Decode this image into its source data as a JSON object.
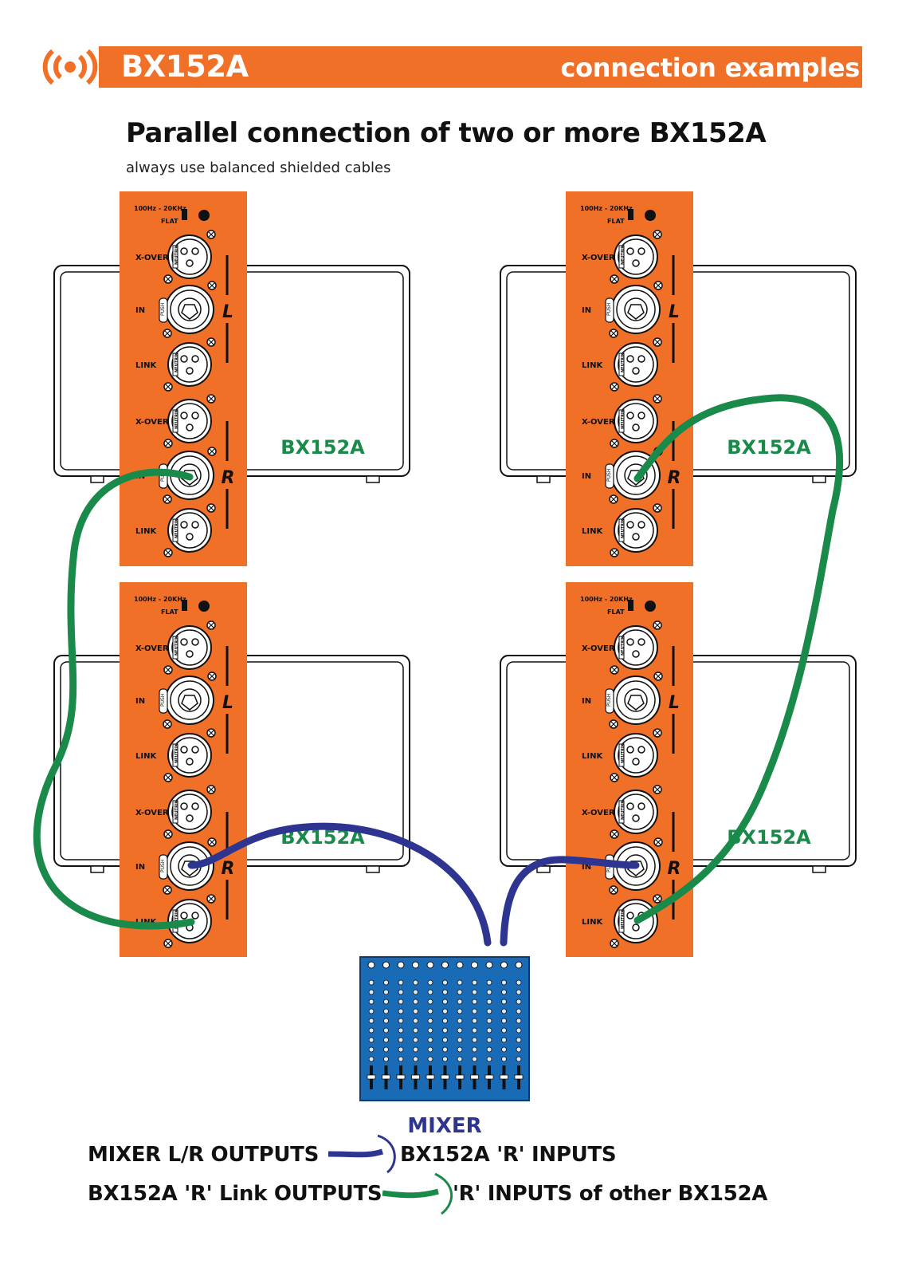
{
  "header": {
    "product": "BX152A",
    "section": "connection examples"
  },
  "title": "Parallel connection of two or more BX152A",
  "subtitle": "always use balanced shielded cables",
  "panel": {
    "freq_label": "100Hz - 20KHz",
    "flat_label": "FLAT",
    "xover_label": "X-OVER",
    "in_label": "IN",
    "link_label": "LINK",
    "push_label": "PUSH",
    "neutrik_label": "NEUTRIK",
    "left_channel": "L",
    "right_channel": "R"
  },
  "speaker_label": "BX152A",
  "mixer_label": "MIXER",
  "legend": {
    "row1_from": "MIXER L/R OUTPUTS",
    "row1_to": "BX152A 'R' INPUTS",
    "row2_from": "BX152A 'R' Link OUTPUTS",
    "row2_to": "'R' INPUTS of other BX152A"
  },
  "colors": {
    "brand_orange": "#f07028",
    "cable_green": "#1a8a4a",
    "cable_blue": "#2e3590",
    "mixer_blue": "#1a6bb5",
    "label_green": "#1a8a4a",
    "label_blue": "#2e3590"
  }
}
